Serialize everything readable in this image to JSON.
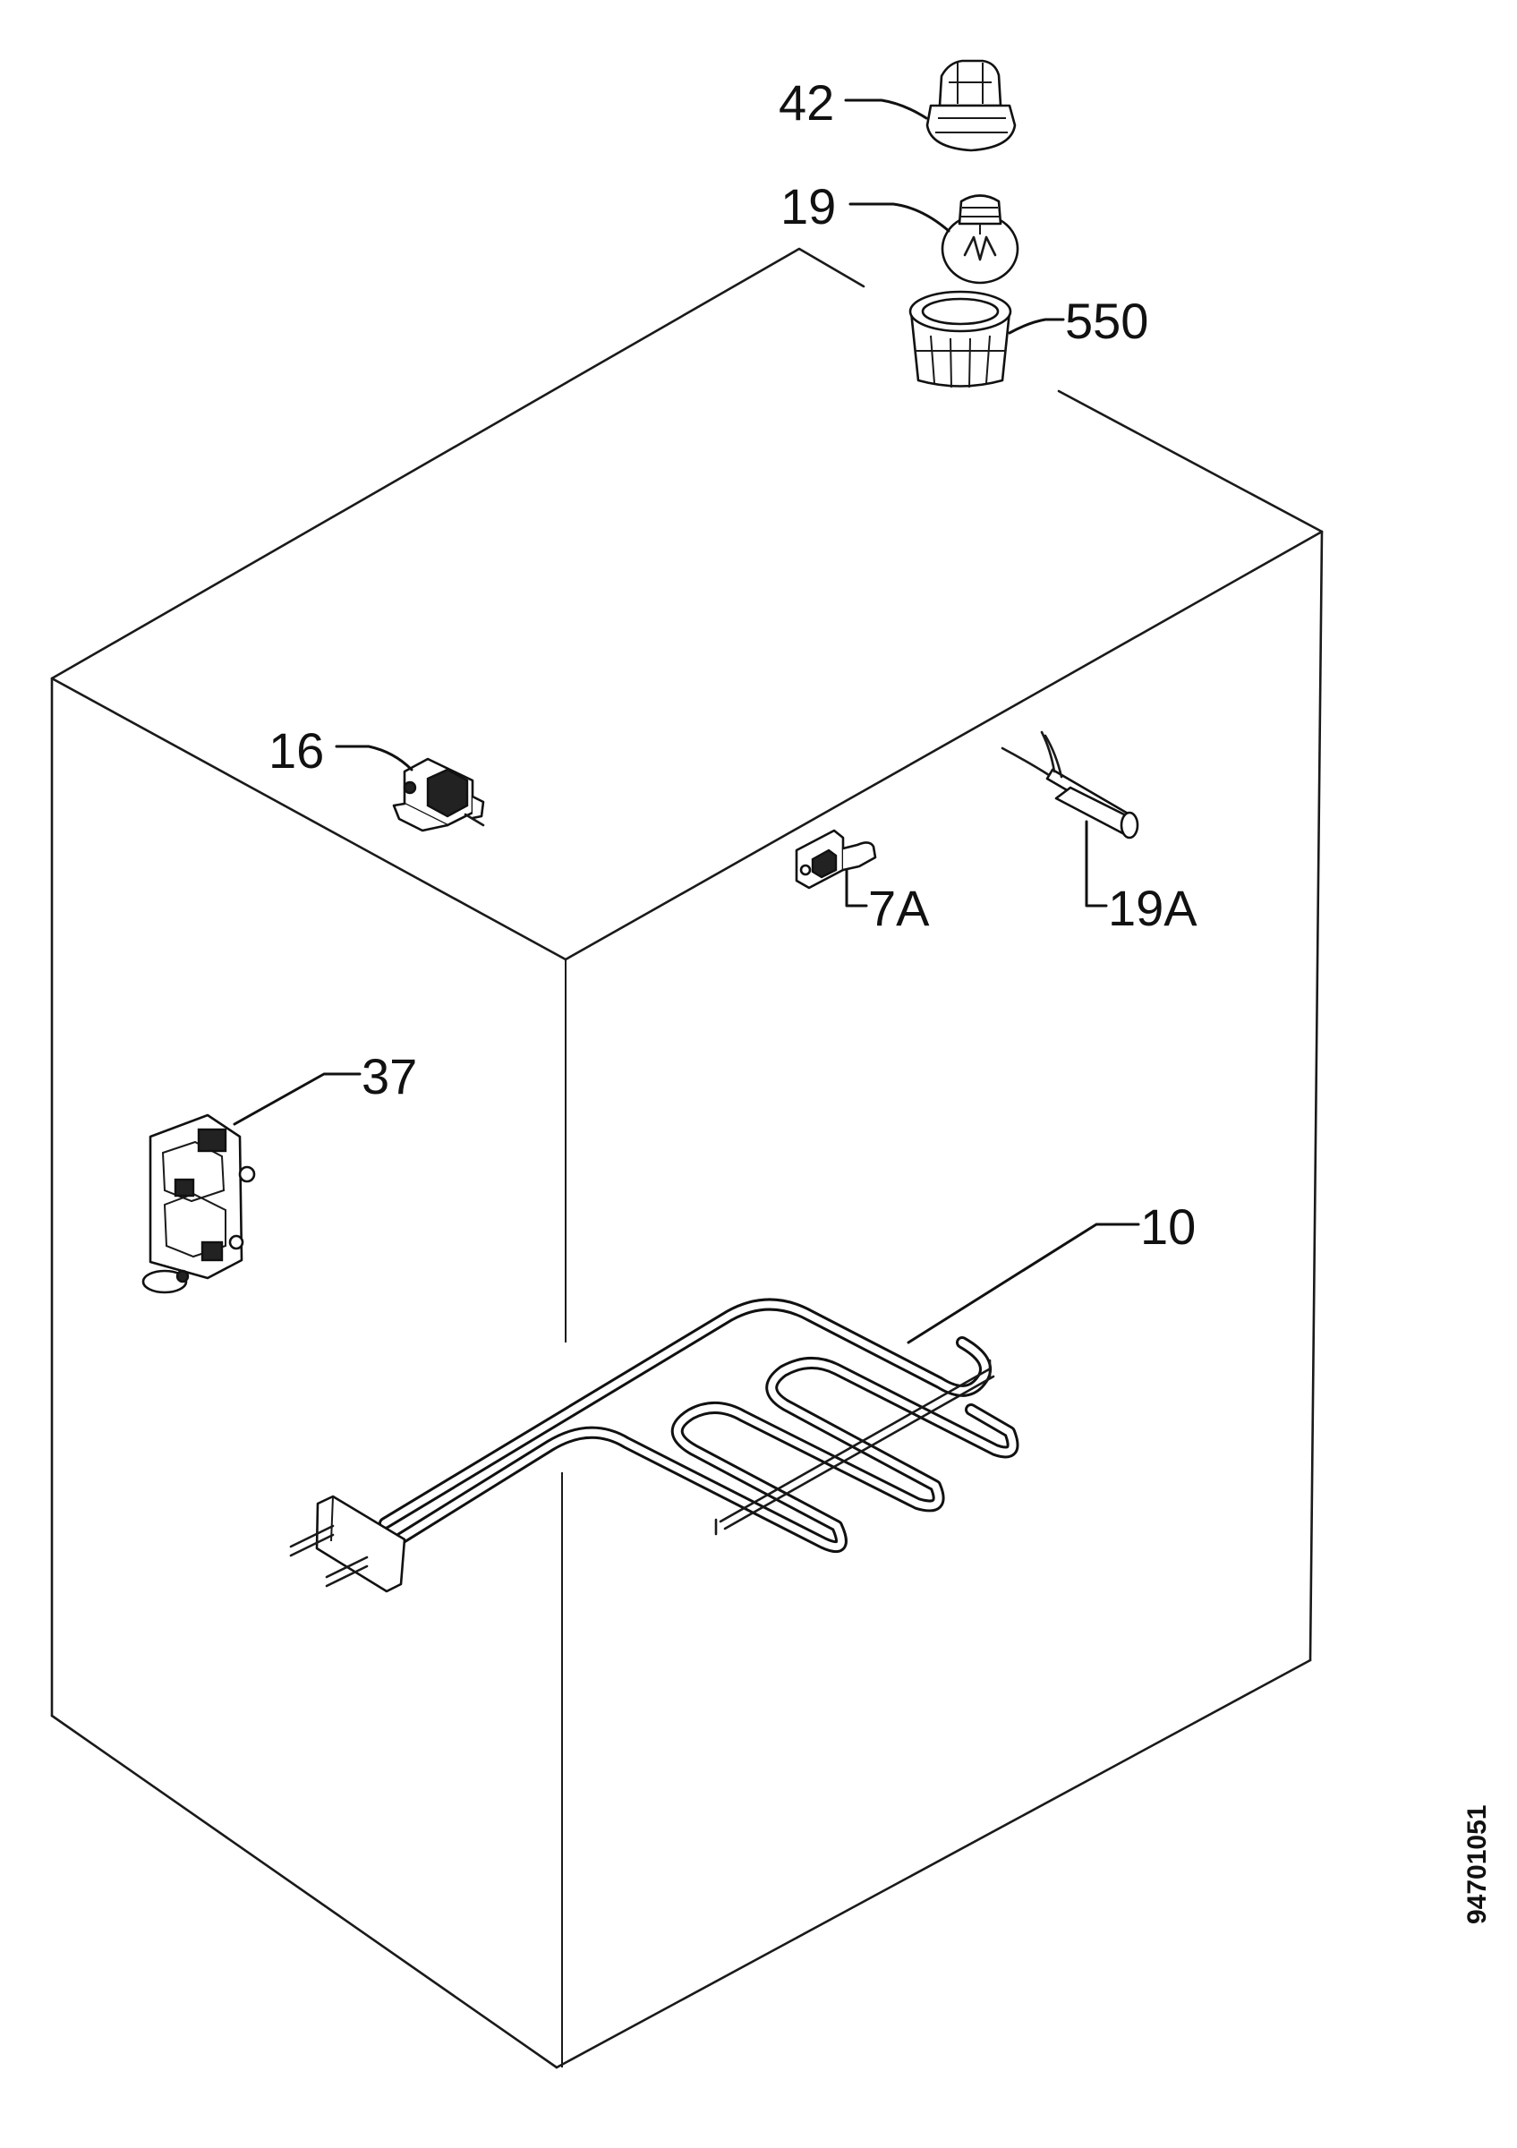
{
  "diagram": {
    "callouts": {
      "p42": "42",
      "p19": "19",
      "p550": "550",
      "p16": "16",
      "p7a": "7A",
      "p19a": "19A",
      "p37": "37",
      "p10": "10"
    },
    "document_number": "94701051"
  }
}
